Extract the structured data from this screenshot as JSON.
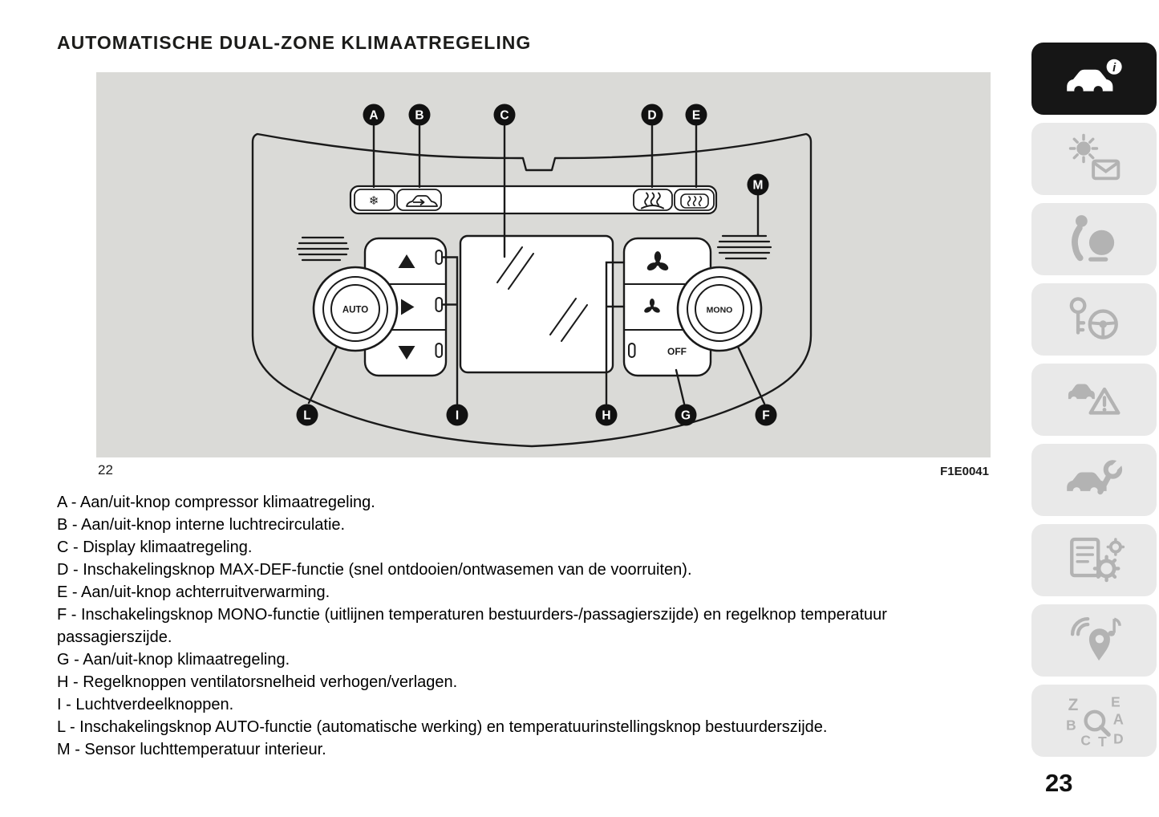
{
  "page": {
    "title": "AUTOMATISCHE DUAL-ZONE KLIMAATREGELING",
    "number": "23"
  },
  "figure": {
    "page_ref": "22",
    "code": "F1E0041",
    "callouts": [
      "A",
      "B",
      "C",
      "D",
      "E",
      "M",
      "L",
      "I",
      "H",
      "G",
      "F"
    ],
    "labels": {
      "auto_knob": "AUTO",
      "mono_knob": "MONO",
      "off_button": "OFF"
    },
    "glyphs": {
      "ac_button": "❄"
    }
  },
  "legend": {
    "items": [
      "A - Aan/uit-knop compressor klimaatregeling.",
      "B - Aan/uit-knop interne luchtrecirculatie.",
      "C - Display klimaatregeling.",
      "D - Inschakelingsknop MAX-DEF-functie (snel ontdooien/ontwasemen van de voorruiten).",
      "E - Aan/uit-knop achterruitverwarming.",
      "F - Inschakelingsknop MONO-functie (uitlijnen temperaturen bestuurders-/passagierszijde) en regelknop temperatuur passagierszijde.",
      "G - Aan/uit-knop klimaatregeling.",
      "H - Regelknoppen ventilatorsnelheid verhogen/verlagen.",
      "I - Luchtverdeelknoppen.",
      "L - Inschakelingsknop AUTO-functie (automatische werking) en temperatuurinstellingsknop bestuurderszijde.",
      "M - Sensor luchttemperatuur interieur."
    ]
  },
  "sidebar": {
    "info_glyph": "i",
    "index_letters": "ZEABCTD",
    "tabs": [
      {
        "icon": "car-info-icon",
        "active": true
      },
      {
        "icon": "warning-lights-messages-icon",
        "active": false
      },
      {
        "icon": "airbag-safety-icon",
        "active": false
      },
      {
        "icon": "ignition-steering-icon",
        "active": false
      },
      {
        "icon": "emergency-triangle-icon",
        "active": false
      },
      {
        "icon": "car-maintenance-icon",
        "active": false
      },
      {
        "icon": "technical-data-icon",
        "active": false
      },
      {
        "icon": "multimedia-navigation-icon",
        "active": false
      },
      {
        "icon": "alphabetical-index-icon",
        "active": false
      }
    ]
  },
  "colors": {
    "figure_background": "#dadad7",
    "ink": "#1a1a1a",
    "sidebar_active_background": "#161616",
    "sidebar_background": "#e9e9e9",
    "sidebar_icon": "#b3b3b3"
  }
}
